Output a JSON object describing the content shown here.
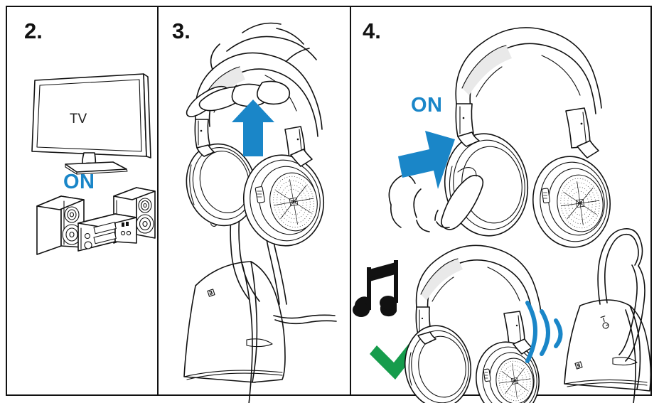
{
  "document": {
    "type": "instruction-manual-illustration",
    "product": "Sennheiser wireless TV headphones",
    "panel_count": 3,
    "accent_color_blue": "#1a86c8",
    "accent_color_green": "#169c4c",
    "line_color": "#111111",
    "background_color": "#ffffff"
  },
  "panels": [
    {
      "id": "panel-2",
      "number": "2.",
      "caption_on": "ON",
      "tv_label": "TV",
      "illustrations": [
        "flat-screen-television",
        "stereo-hifi-system"
      ],
      "description": "Switch the TV and the stereo system ON"
    },
    {
      "id": "panel-3",
      "number": "3.",
      "caption_on": "",
      "illustrations": [
        "hand-lifting-headphones",
        "docking-station",
        "up-arrow"
      ],
      "description": "Lift the headphones off the docking station"
    },
    {
      "id": "panel-4",
      "number": "4.",
      "caption_on": "ON",
      "illustrations": [
        "headphones-power-button-press",
        "pointing-finger",
        "down-right-arrow",
        "headphones-playing",
        "docking-station",
        "wireless-signal-waves",
        "music-note",
        "green-checkmark"
      ],
      "description": "Press the power button on the earcup to switch the headphones ON; audio streams wirelessly from the dock"
    }
  ],
  "markings": {
    "dock_power_icon": "power-symbol",
    "dock_brand_logo": "sennheiser-logo",
    "earcup_brand_logo": "sennheiser-logo"
  },
  "symbols": {
    "music_note": "♫",
    "check": "checkmark",
    "signal": "wireless-waves",
    "arrow_up": "arrow-up",
    "arrow_down_right": "arrow-down-right"
  }
}
